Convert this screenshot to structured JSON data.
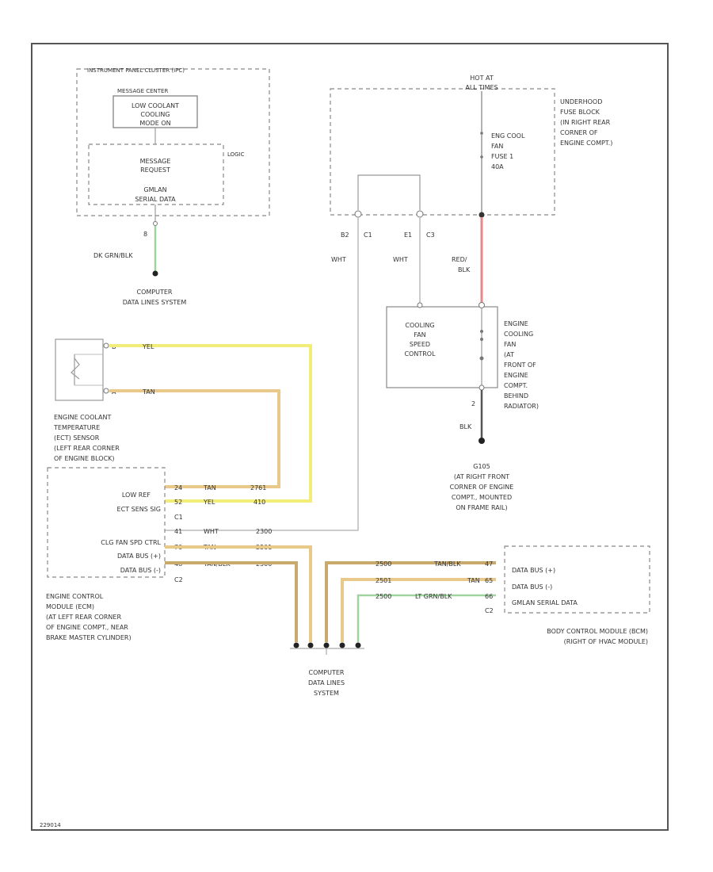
{
  "labels": {
    "ipc_title": "INSTRUMENT PANEL CLUSTER (IPC)",
    "msg_center": "MESSAGE CENTER",
    "low_coolant_1": "LOW COOLANT",
    "low_coolant_2": "COOLING",
    "low_coolant_3": "MODE ON",
    "msg_request_1": "MESSAGE",
    "msg_request_2": "REQUEST",
    "class2_1": "GMLAN",
    "class2_2": "SERIAL DATA",
    "logic": "LOGIC",
    "pin_ipc": "8",
    "wire_dkgrnblk": "DK GRN/BLK",
    "cdls_top_1": "COMPUTER",
    "cdls_top_2": "DATA LINES SYSTEM",
    "hot_at_1": "HOT AT",
    "hot_at_2": "ALL TIMES",
    "ufb_1": "UNDERHOOD",
    "ufb_2": "FUSE BLOCK",
    "ufb_3": "(IN RIGHT REAR",
    "ufb_4": "CORNER OF",
    "ufb_5": "ENGINE COMPT.)",
    "fuse_1": "ENG COOL",
    "fuse_2": "FAN",
    "fuse_3": "FUSE 1",
    "fuse_4": "40A",
    "pin_b2": "B2",
    "conn_c1": "C1",
    "pin_e1": "E1",
    "conn_c3": "C3",
    "wht_1": "WHT",
    "wht_2": "WHT",
    "redblk_1": "RED/",
    "redblk_2": "BLK",
    "cfsc_1": "COOLING",
    "cfsc_2": "FAN",
    "cfsc_3": "SPEED",
    "cfsc_4": "CONTROL",
    "ecf_1": "ENGINE",
    "ecf_2": "COOLING",
    "ecf_3": "FAN",
    "ecf_4": "(AT",
    "ecf_5": "FRONT OF",
    "ecf_6": "ENGINE",
    "ecf_7": "COMPT.",
    "ecf_8": "BEHIND",
    "ecf_9": "RADIATOR)",
    "pin_2": "2",
    "blk": "BLK",
    "ground_1": "G105",
    "ground_2": "(AT RIGHT FRONT",
    "ground_3": "CORNER OF ENGINE",
    "ground_4": "COMPT., MOUNTED",
    "ground_5": "ON FRAME RAIL)",
    "ect_pin_a": "B",
    "ect_pin_b": "A",
    "wire_yel": "YEL",
    "wire_tan": "TAN",
    "ect_1": "ENGINE COOLANT",
    "ect_2": "TEMPERATURE",
    "ect_3": "(ECT) SENSOR",
    "ect_4": "(LEFT REAR CORNER",
    "ect_5": "OF ENGINE BLOCK)",
    "ecm_low_ref": "LOW REF",
    "ecm_ect_sig": "ECT SENS SIG",
    "ecm_fan_ctrl": "CLG FAN SPD CTRL",
    "ecm_data_plus": "DATA BUS (+)",
    "ecm_data_minus": "DATA BUS (-)",
    "ecm_pin1": "24",
    "ecm_pin2": "52",
    "ecm_conn1": "C1",
    "ecm_pin3": "41",
    "ecm_pin4": "70",
    "ecm_pin5": "48",
    "ecm_conn2": "C2",
    "w_tan_1": "TAN",
    "w_yel_2": "YEL",
    "w_wht_3": "WHT",
    "w_tan_4": "TAN",
    "w_tanblk_5": "TAN/BLK",
    "c_2761": "2761",
    "c_410": "410",
    "c_2300": "2300",
    "c_2501": "2501",
    "c_2500": "2500",
    "ecm_1": "ENGINE CONTROL",
    "ecm_2": "MODULE (ECM)",
    "ecm_3": "(AT LEFT REAR CORNER",
    "ecm_4": "OF ENGINE COMPT., NEAR",
    "ecm_5": "BRAKE MASTER CYLINDER)",
    "bcm_c_2500": "2500",
    "bcm_w_tanblk": "TAN/BLK",
    "bcm_pin1": "47",
    "bcm_c_2501": "2501",
    "bcm_w_tan": "TAN",
    "bcm_pin2": "65",
    "bcm_c_2500b": "2500",
    "bcm_w_ltgrnblk": "LT GRN/BLK",
    "bcm_pin3": "66",
    "bcm_conn": "C2",
    "bcm_data_plus": "DATA BUS (+)",
    "bcm_data_minus": "DATA BUS (-)",
    "bcm_gmlan": "GMLAN SERIAL DATA",
    "bcm_1": "BODY CONTROL MODULE (BCM)",
    "bcm_2": "(RIGHT OF HVAC MODULE)",
    "cdls_bot_1": "COMPUTER",
    "cdls_bot_2": "DATA LINES",
    "cdls_bot_3": "SYSTEM",
    "footer_code": "229014"
  }
}
